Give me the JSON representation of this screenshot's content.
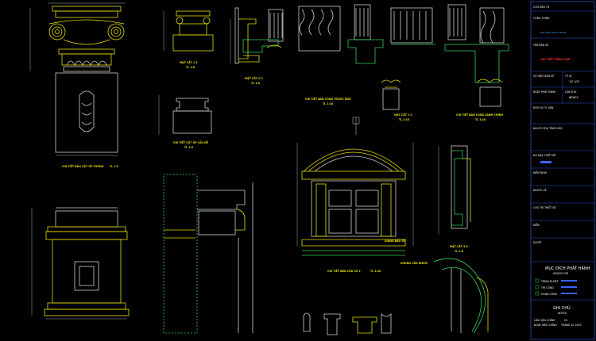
{
  "drawing_labels": {
    "column_capital": "CHI TIẾT ĐẦU CỘT ỐP TƯỜNG",
    "column_capital_scale": "TL 1:5",
    "section_1_1": "MẶT CẮT 1-1",
    "section_1_1_scale": "TL 1:5",
    "section_2_2": "MẶT CẮT 2-2",
    "section_2_2_scale": "TL 1:5",
    "balcony_front": "CHI TIẾT BAN CÔNG TRƯỚC NGỮ",
    "balcony_front_scale": "TL 1:10",
    "section_1_1_b": "MẶT CẮT 1-1",
    "section_1_1_b_scale": "TL 1:10",
    "balcony_main": "CHI TIẾT BAN CÔNG SẢNH CHÍNH",
    "balcony_main_scale": "TL 1:10",
    "column_foot": "CHI TIẾT CỘT ỐP CẤU ĐỂ",
    "column_foot_scale": "TL 1:5",
    "door_entry": "CHI TIẾT BẢN CỬA SỐ 1",
    "door_entry_scale": "TL 1:20",
    "section_3_3": "MẶT CẮT 3-3",
    "section_3_3_scale": "TL 1:5",
    "door_note_1": "GIĂNG BAO GỖ",
    "door_note_2": "KHUNG CỬA NHÔM"
  },
  "title_block": {
    "owner_label": "CHỦ ĐẦU TƯ",
    "project_label": "CÔNG TRÌNH",
    "project_name": "DELUXE VILLAS NGỌC",
    "drawing_name_label": "TÊN BẢN VẼ",
    "drawing_name": "CHI TIẾT TỔNG HỢP",
    "sheet_no_label": "SỐ HIỆU BẢN VẼ",
    "scale_label": "TỶ LỆ",
    "scale_value": "1/5 1/20",
    "date_label": "NGÀY PHÁT HÀNH",
    "rev_label": "LẦN SỬA",
    "rev_value": "NEW01",
    "design_unit_label": "ĐƠN VỊ TƯ VẤN",
    "manager_label": "NGƯỜI PHỤ TRÁCH BỘ",
    "designer_label": "ĐO ĐẠC THIẾT KẾ",
    "checker_label": "KIỂM ĐỊNH",
    "drawer_label": "NGƯỜI VẼ",
    "chief_label": "CHỦ TRÌ THIẾT KẾ",
    "check_label": "KIỂM",
    "approve_label": "DUYỆT",
    "purpose_title": "MỤC ĐÍCH PHÁT HÀNH",
    "purpose_sub": "ISSUED FOR",
    "purpose_items": [
      "TRÌNH DUYỆT",
      "THI CÔNG",
      "HOÀN CÔNG"
    ],
    "notes_title": "GHI CHÚ",
    "notes_sub": "NOTES",
    "notes_line1": "LẦN HIỆU CHỈNH",
    "notes_line2": "NGÀY HIỆU CHỈNH",
    "notes_val1": "01",
    "notes_val2": "THÁNG 10 2019"
  },
  "colors": {
    "background": "#000000",
    "linework_yellow": "#e6dc00",
    "linework_green": "#2fd25a",
    "linework_white": "#ffffff",
    "linework_red": "#ff2a2a",
    "accent_blue": "#3d63ff",
    "titleblock_border": "#3d63ff"
  }
}
